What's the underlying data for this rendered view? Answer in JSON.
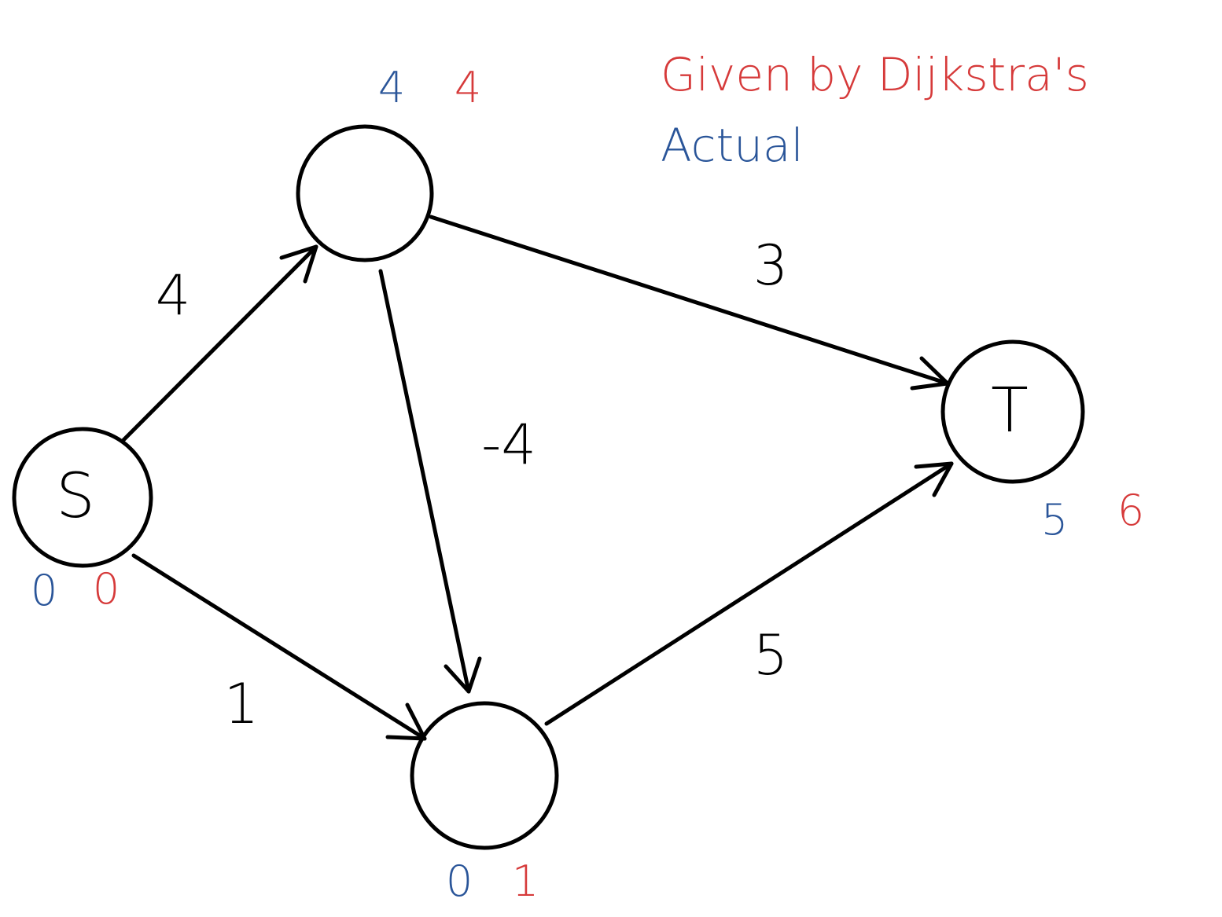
{
  "legend": {
    "given_label": "Given by Dijkstra's",
    "actual_label": "Actual"
  },
  "colors": {
    "given": "#d63a3a",
    "actual": "#2a5599",
    "ink": "#000000"
  },
  "nodes": {
    "s": {
      "label": "S",
      "actual": "0",
      "given": "0"
    },
    "top": {
      "label": "",
      "actual": "4",
      "given": "4"
    },
    "bottom": {
      "label": "",
      "actual": "0",
      "given": "1"
    },
    "t": {
      "label": "T",
      "actual": "5",
      "given": "6"
    }
  },
  "edges": {
    "s_top": {
      "weight": "4"
    },
    "s_bottom": {
      "weight": "1"
    },
    "top_bottom": {
      "weight": "-4"
    },
    "top_t": {
      "weight": "3"
    },
    "bottom_t": {
      "weight": "5"
    }
  }
}
